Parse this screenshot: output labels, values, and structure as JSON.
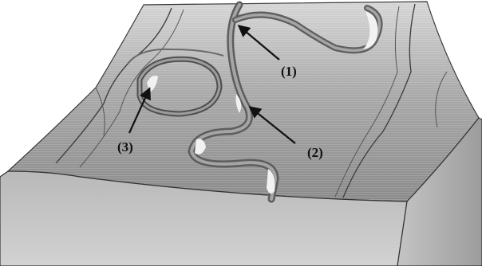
{
  "labels": {
    "label_1": "(1)",
    "label_2": "(2)",
    "label_3": "(3)"
  },
  "colors": {
    "background": "#ffffff",
    "block_top_light": "#dcdcdc",
    "block_top_dark": "#8f8f8f",
    "block_front": "#c7c7c7",
    "outline": "#333333",
    "river_band": "#5d5d5d",
    "point_bar": "#f2f2f2",
    "arrow": "#111111"
  }
}
